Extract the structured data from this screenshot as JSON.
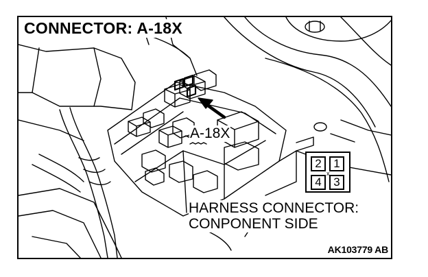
{
  "figure": {
    "title": "CONNECTOR: A-18X",
    "callout_label": "A-18X",
    "harness_line1": "HARNESS CONNECTOR:",
    "harness_line2": "CONPONENT SIDE",
    "figure_code": "AK103779 AB"
  },
  "connector_pins": {
    "top_row": [
      "2",
      "1"
    ],
    "bottom_row": [
      "4",
      "3"
    ],
    "latch_mark": "x"
  },
  "colors": {
    "line": "#000000",
    "background": "#ffffff"
  }
}
